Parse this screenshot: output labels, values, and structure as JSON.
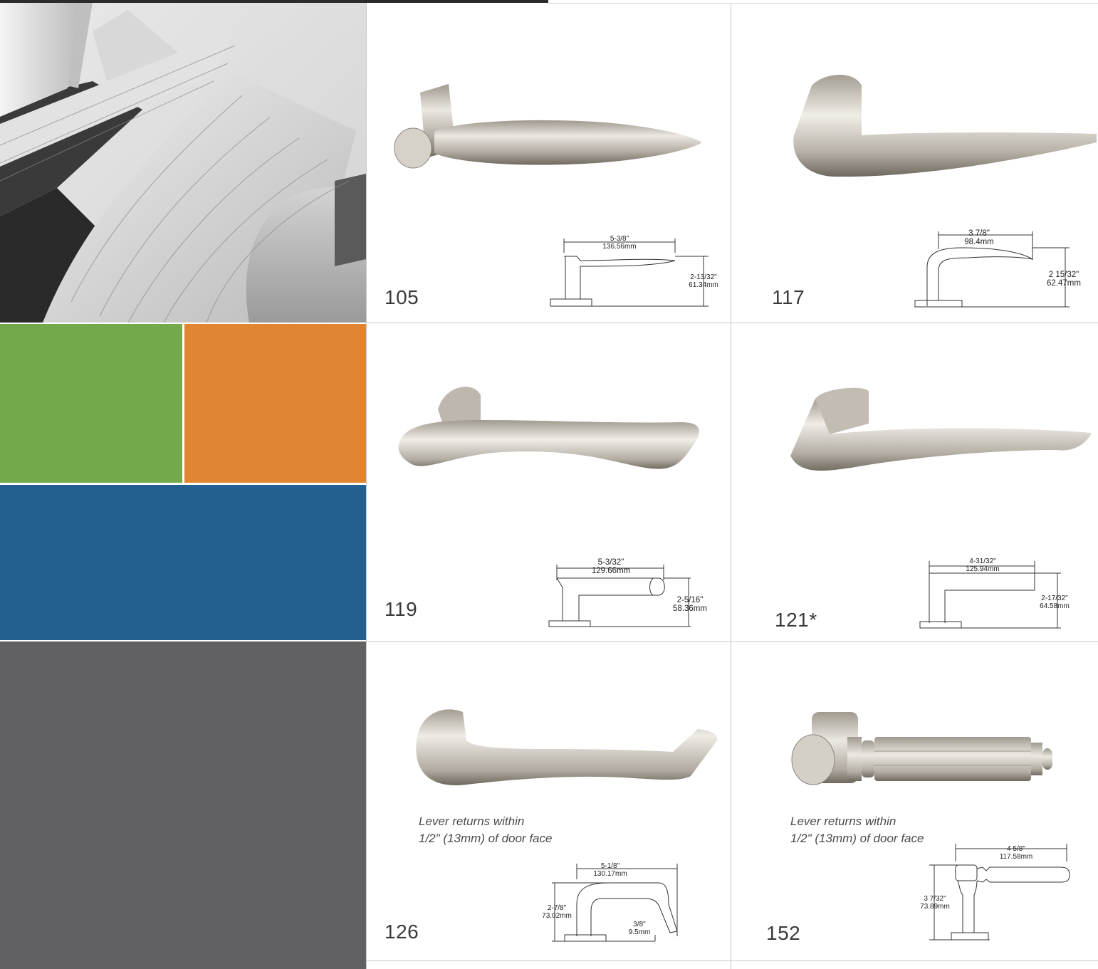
{
  "colors": {
    "green": "#73a84b",
    "orange": "#e08532",
    "blue": "#23608f",
    "gray": "#616163",
    "topbar": "#2b2b2b"
  },
  "left_panel": {
    "photo_icon": "architecture-photo",
    "color_blocks": [
      "green",
      "orange",
      "blue",
      "gray"
    ]
  },
  "products": [
    {
      "model": "105",
      "dims": {
        "width_in": "5-3/8\"",
        "width_mm": "136.56mm",
        "height_in": "2-13/32\"",
        "height_mm": "61.34mm"
      }
    },
    {
      "model": "117",
      "dims": {
        "width_in": "3 7/8\"",
        "width_mm": "98.4mm",
        "height_in": "2 15/32\"",
        "height_mm": "62.47mm"
      }
    },
    {
      "model": "119",
      "dims": {
        "width_in": "5-3/32\"",
        "width_mm": "129.66mm",
        "height_in": "2-5/16\"",
        "height_mm": "58.36mm"
      }
    },
    {
      "model": "121*",
      "dims": {
        "width_in": "4-31/32\"",
        "width_mm": "125.94mm",
        "height_in": "2-17/32\"",
        "height_mm": "64.58mm"
      }
    },
    {
      "model": "126",
      "note_line1": "Lever returns within",
      "note_line2": "1/2\" (13mm) of door face",
      "dims": {
        "width_in": "5-1/8\"",
        "width_mm": "130.17mm",
        "height_in": "2-7/8\"",
        "height_mm": "73.02mm",
        "return_in": "3/8\"",
        "return_mm": "9.5mm"
      }
    },
    {
      "model": "152",
      "note_line1": "Lever returns within",
      "note_line2": "1/2\" (13mm) of door face",
      "dims": {
        "width_in": "4 5/8\"",
        "width_mm": "117.58mm",
        "height_in": "3 7/32\"",
        "height_mm": "73.89mm"
      }
    }
  ]
}
